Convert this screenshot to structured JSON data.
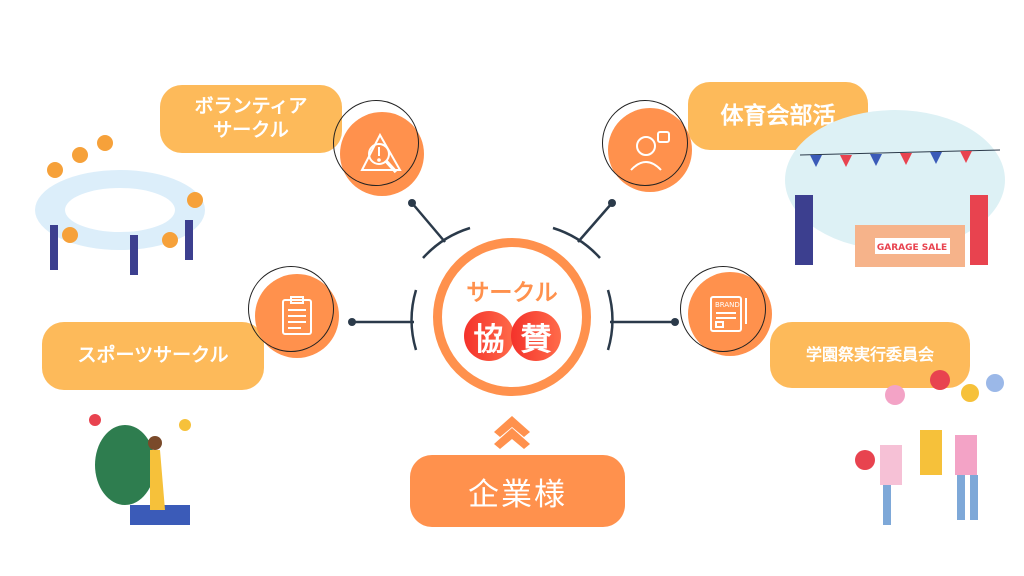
{
  "center": {
    "top_text": "サークル",
    "kanji": [
      "協",
      "賛"
    ]
  },
  "sponsor_button": "企業様",
  "nodes": {
    "volunteer": {
      "line1": "ボランティア",
      "line2": "サークル",
      "icon": "warning-magnifier-icon"
    },
    "sports": {
      "label": "スポーツサークル",
      "icon": "clipboard-icon"
    },
    "athletic": {
      "label": "体育会部活",
      "icon": "person-thumbs-up-icon"
    },
    "festival": {
      "label": "学園祭実行委員会",
      "icon": "brand-card-icon"
    }
  },
  "illustrations": {
    "garage_sign": "GARAGE SALE"
  },
  "colors": {
    "orange": "#FF914D",
    "label": "#FDBA5A",
    "line": "#2B3A4A",
    "red": "#F4322B"
  }
}
